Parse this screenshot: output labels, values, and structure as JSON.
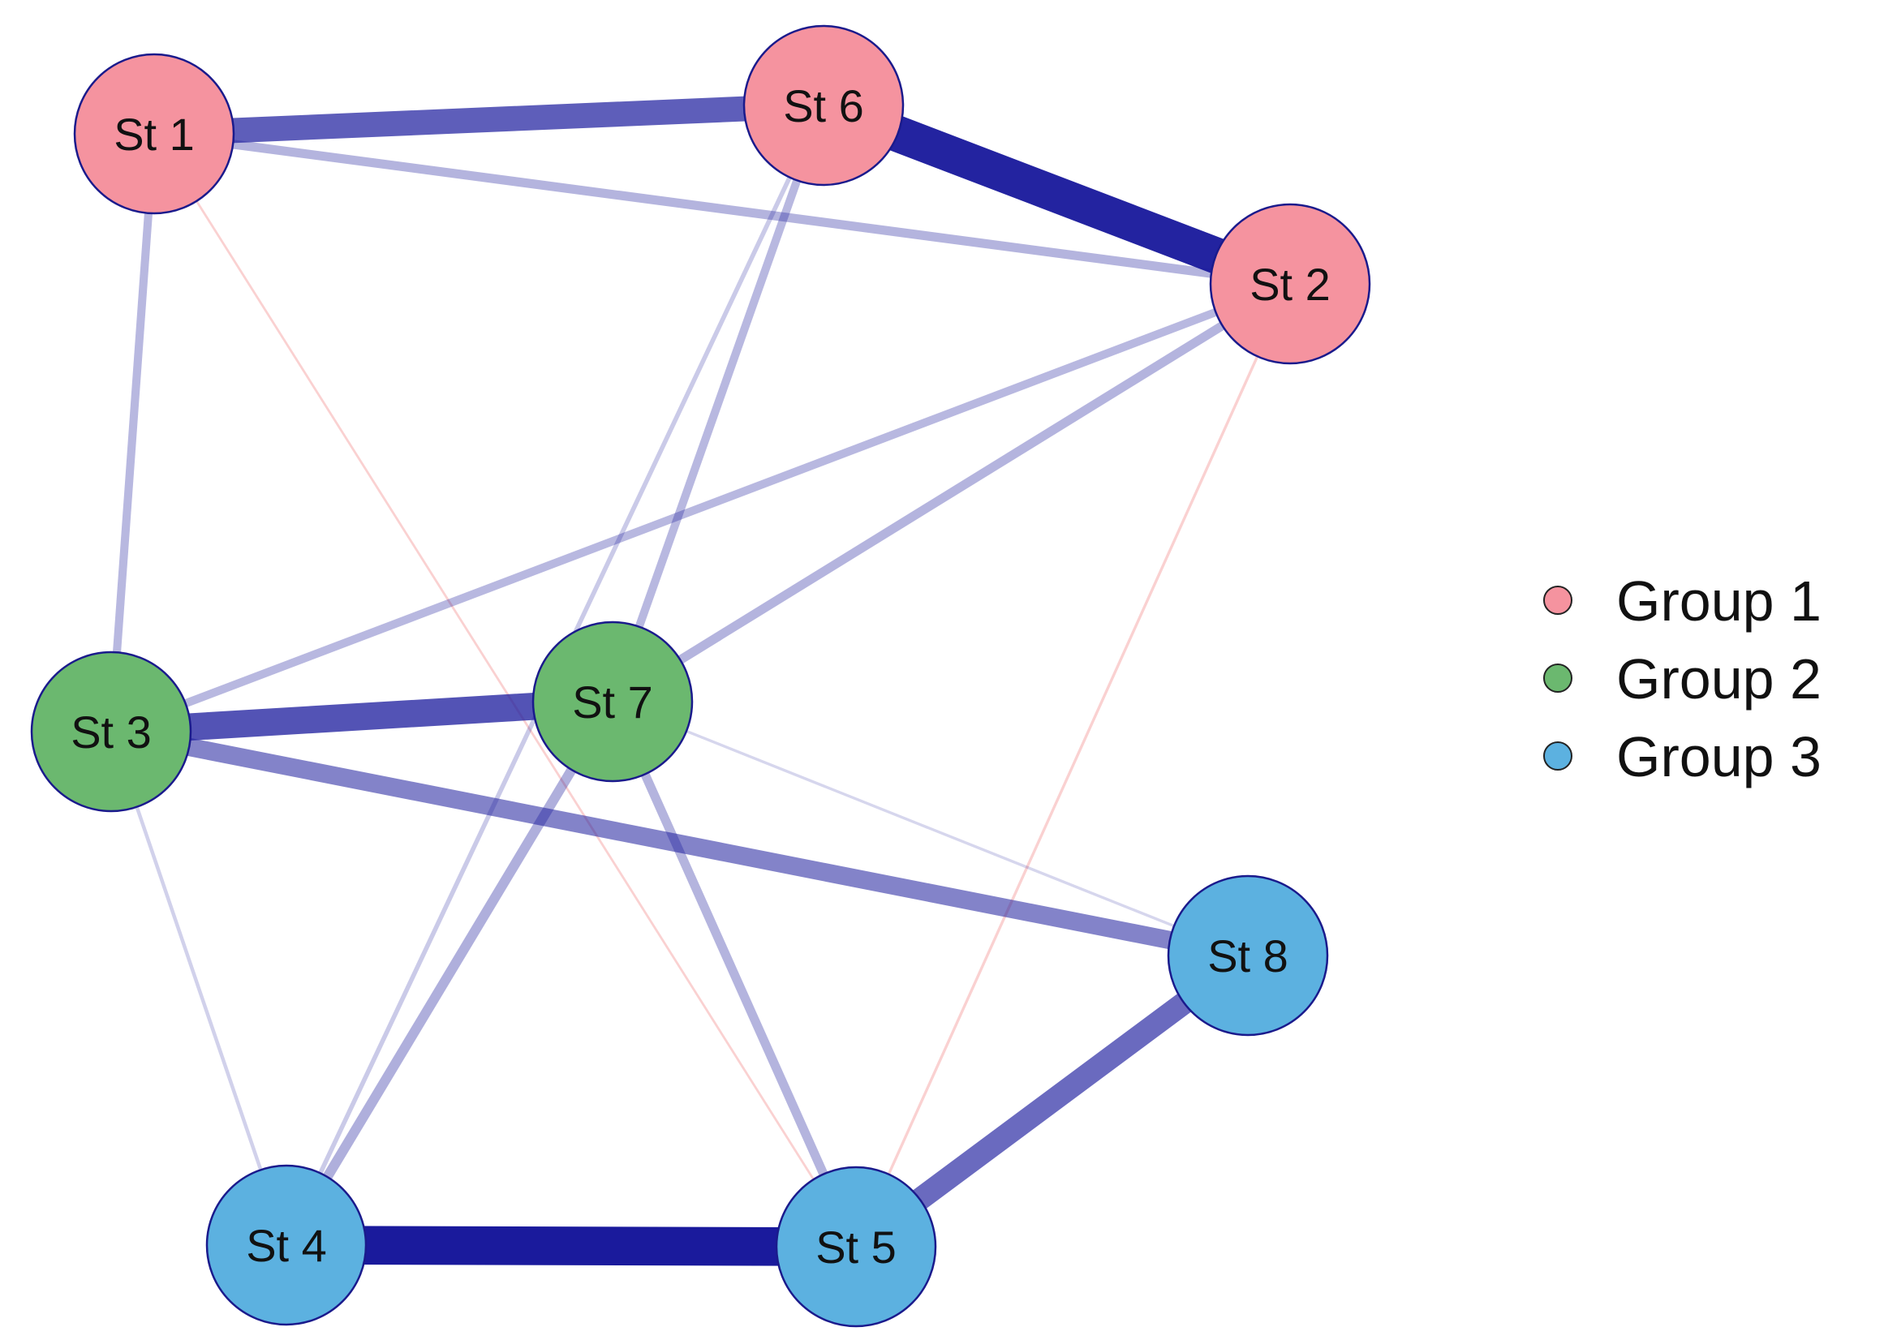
{
  "nodes": [
    {
      "id": "St 1",
      "label": "St 1",
      "group": "Group 1"
    },
    {
      "id": "St 6",
      "label": "St 6",
      "group": "Group 1"
    },
    {
      "id": "St 2",
      "label": "St 2",
      "group": "Group 1"
    },
    {
      "id": "St 3",
      "label": "St 3",
      "group": "Group 2"
    },
    {
      "id": "St 7",
      "label": "St 7",
      "group": "Group 2"
    },
    {
      "id": "St 8",
      "label": "St 8",
      "group": "Group 3"
    },
    {
      "id": "St 4",
      "label": "St 4",
      "group": "Group 3"
    },
    {
      "id": "St 5",
      "label": "St 5",
      "group": "Group 3"
    }
  ],
  "edges": [
    {
      "from": "St 1",
      "to": "St 6",
      "weight": 0.55,
      "sign": "positive"
    },
    {
      "from": "St 6",
      "to": "St 2",
      "weight": 0.8,
      "sign": "positive"
    },
    {
      "from": "St 1",
      "to": "St 2",
      "weight": 0.2,
      "sign": "positive"
    },
    {
      "from": "St 1",
      "to": "St 3",
      "weight": 0.18,
      "sign": "positive"
    },
    {
      "from": "St 1",
      "to": "St 5",
      "weight": 0.05,
      "sign": "negative"
    },
    {
      "from": "St 6",
      "to": "St 4",
      "weight": 0.1,
      "sign": "positive"
    },
    {
      "from": "St 6",
      "to": "St 7",
      "weight": 0.18,
      "sign": "positive"
    },
    {
      "from": "St 2",
      "to": "St 3",
      "weight": 0.18,
      "sign": "positive"
    },
    {
      "from": "St 2",
      "to": "St 7",
      "weight": 0.2,
      "sign": "positive"
    },
    {
      "from": "St 2",
      "to": "St 5",
      "weight": 0.06,
      "sign": "negative"
    },
    {
      "from": "St 3",
      "to": "St 7",
      "weight": 0.6,
      "sign": "positive"
    },
    {
      "from": "St 3",
      "to": "St 8",
      "weight": 0.4,
      "sign": "positive"
    },
    {
      "from": "St 3",
      "to": "St 4",
      "weight": 0.08,
      "sign": "positive"
    },
    {
      "from": "St 7",
      "to": "St 8",
      "weight": 0.06,
      "sign": "positive"
    },
    {
      "from": "St 7",
      "to": "St 4",
      "weight": 0.22,
      "sign": "positive"
    },
    {
      "from": "St 7",
      "to": "St 5",
      "weight": 0.2,
      "sign": "positive"
    },
    {
      "from": "St 8",
      "to": "St 5",
      "weight": 0.5,
      "sign": "positive"
    },
    {
      "from": "St 4",
      "to": "St 5",
      "weight": 0.85,
      "sign": "positive"
    }
  ],
  "colors": {
    "Group 1": "#f5939f",
    "Group 2": "#6bb86f",
    "Group 3": "#5cb1e0",
    "positive_edge": "#1a1a9c",
    "negative_edge": "#f27a7a",
    "node_border": "#1a1a8c"
  },
  "legend": {
    "items": [
      {
        "label": "Group 1",
        "group": "Group 1"
      },
      {
        "label": "Group 2",
        "group": "Group 2"
      },
      {
        "label": "Group 3",
        "group": "Group 3"
      }
    ]
  }
}
